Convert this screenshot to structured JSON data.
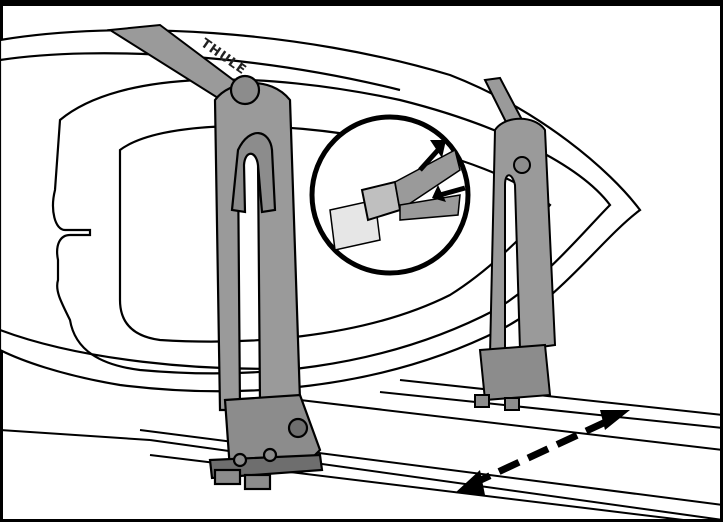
{
  "illustration": {
    "brand_mark": "THULE",
    "colors": {
      "background": "#ffffff",
      "line": "#000000",
      "strap": "#9a9a9a",
      "cradle": "#8c8c8c",
      "cradle_dark": "#6e6e6e",
      "kayak": "#ffffff",
      "buckle_fill": "#e6e6e6"
    },
    "icons": [
      "kayak-outline",
      "front-cradle",
      "rear-cradle",
      "strap-buckle-inset",
      "up-arrow",
      "left-arrow",
      "adjust-double-arrow",
      "roof-bar"
    ]
  }
}
